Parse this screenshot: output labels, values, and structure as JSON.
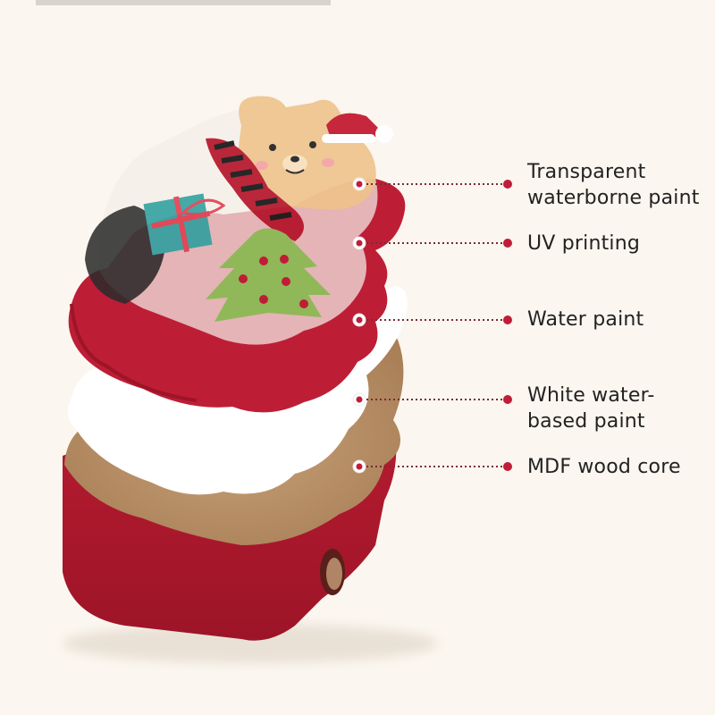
{
  "diagram": {
    "accent_color": "#c11c38",
    "leader_color": "#7a2a36",
    "layers": [
      {
        "lines": [
          "Transparent",
          "waterborne paint"
        ]
      },
      {
        "lines": [
          "UV printing"
        ]
      },
      {
        "lines": [
          "Water paint"
        ]
      },
      {
        "lines": [
          "White water-",
          "based paint"
        ]
      },
      {
        "lines": [
          "MDF wood core"
        ]
      }
    ]
  }
}
